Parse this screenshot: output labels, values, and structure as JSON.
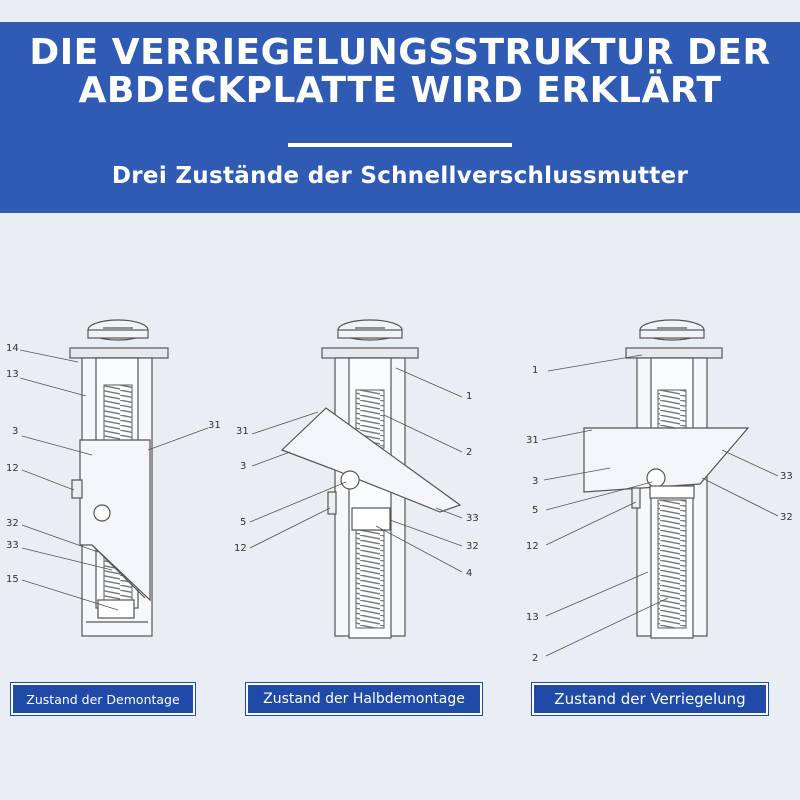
{
  "header": {
    "title_lines": [
      "DIE VERRIEGELUNGSSTRUKTUR DER",
      "ABDECKPLATTE WIRD ERKLÄRT"
    ],
    "subtitle": "Drei Zustände der Schnellverschlussmutter"
  },
  "colors": {
    "banner": "#2f5bb5",
    "label_bg": "#1f4aa8",
    "background": "#e9edf4",
    "line": "#555555"
  },
  "diagrams": [
    {
      "state_label": "Zustand der Demontage",
      "part_numbers": [
        "14",
        "13",
        "3",
        "12",
        "32",
        "33",
        "15",
        "31"
      ]
    },
    {
      "state_label": "Zustand der Halbdemontage",
      "part_numbers": [
        "31",
        "3",
        "5",
        "12",
        "1",
        "2",
        "33",
        "32",
        "4"
      ]
    },
    {
      "state_label": "Zustand der Verriegelung",
      "part_numbers": [
        "1",
        "31",
        "3",
        "5",
        "12",
        "13",
        "2",
        "33",
        "32"
      ]
    }
  ]
}
